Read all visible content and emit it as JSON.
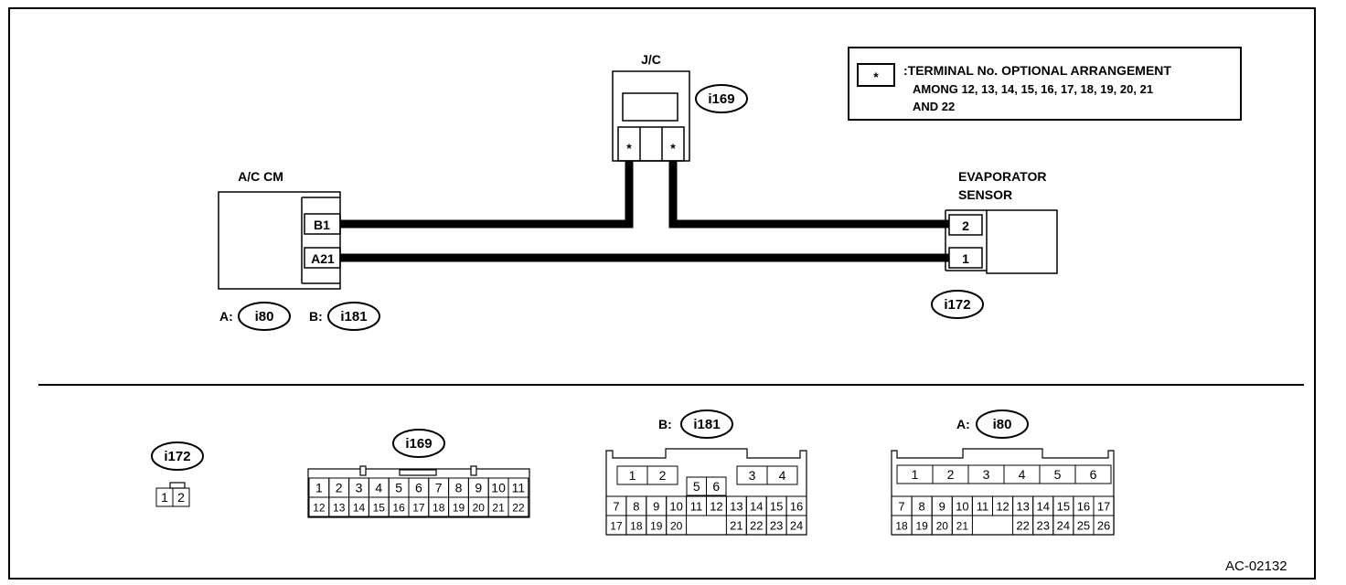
{
  "legend": {
    "symbol": "*",
    "line1": ":TERMINAL No. OPTIONAL ARRANGEMENT",
    "line2": "AMONG 12, 13, 14, 15, 16, 17, 18, 19, 20, 21",
    "line3": "AND 22"
  },
  "jc": {
    "label": "J/C",
    "connector": "i169",
    "pin_left": "*",
    "pin_right": "*"
  },
  "ac_cm": {
    "label": "A/C CM",
    "pin_b1": "B1",
    "pin_a21": "A21",
    "ref_a_prefix": "A:",
    "ref_a": "i80",
    "ref_b_prefix": "B:",
    "ref_b": "i181"
  },
  "evap": {
    "label_line1": "EVAPORATOR",
    "label_line2": "SENSOR",
    "pin_top": "2",
    "pin_bottom": "1",
    "connector": "i172"
  },
  "connectors": {
    "i172": {
      "code": "i172",
      "row1": [
        "1",
        "2"
      ]
    },
    "i169": {
      "code": "i169",
      "row1": [
        "1",
        "2",
        "3",
        "4",
        "5",
        "6",
        "7",
        "8",
        "9",
        "10",
        "11"
      ],
      "row2": [
        "12",
        "13",
        "14",
        "15",
        "16",
        "17",
        "18",
        "19",
        "20",
        "21",
        "22"
      ]
    },
    "i181": {
      "prefix": "B:",
      "code": "i181",
      "top_left": [
        "1",
        "2"
      ],
      "top_mid": [
        "5",
        "6"
      ],
      "top_right": [
        "3",
        "4"
      ],
      "row2": [
        "7",
        "8",
        "9",
        "10",
        "11",
        "12",
        "13",
        "14",
        "15",
        "16"
      ],
      "row3_left": [
        "17",
        "18",
        "19",
        "20"
      ],
      "row3_right": [
        "21",
        "22",
        "23",
        "24"
      ]
    },
    "i80": {
      "prefix": "A:",
      "code": "i80",
      "row1": [
        "1",
        "2",
        "3",
        "4",
        "5",
        "6"
      ],
      "row2": [
        "7",
        "8",
        "9",
        "10",
        "11",
        "12",
        "13",
        "14",
        "15",
        "16",
        "17"
      ],
      "row3_left": [
        "18",
        "19",
        "20",
        "21"
      ],
      "row3_right": [
        "22",
        "23",
        "24",
        "25",
        "26"
      ]
    }
  },
  "figure_id": "AC-02132"
}
